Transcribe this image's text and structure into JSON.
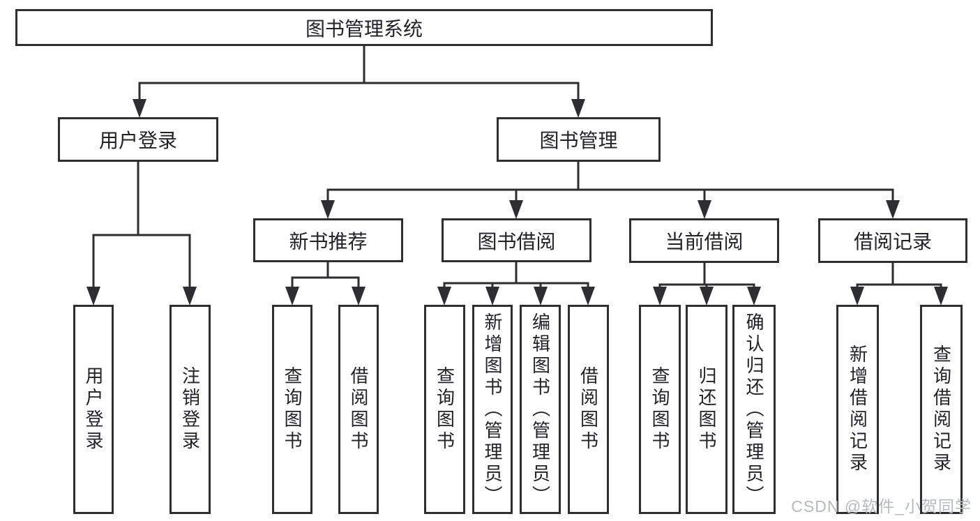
{
  "diagram": {
    "title": "图书管理系统",
    "nodes": {
      "root": {
        "label": "图书管理系统"
      },
      "user_login": {
        "label": "用户登录"
      },
      "book_mgmt": {
        "label": "图书管理"
      },
      "new_books": {
        "label": "新书推荐"
      },
      "book_borrow": {
        "label": "图书借阅"
      },
      "current_borrow": {
        "label": "当前借阅"
      },
      "borrow_records": {
        "label": "借阅记录"
      },
      "leaf_user_login": {
        "label": "用户登录"
      },
      "leaf_logout": {
        "label": "注销登录"
      },
      "leaf_nb_query_books": {
        "label": "查询图书"
      },
      "leaf_nb_borrow_books": {
        "label": "借阅图书"
      },
      "leaf_bb_query_books": {
        "label": "查询图书"
      },
      "leaf_bb_add_books": {
        "label": "新增图书（管理员）"
      },
      "leaf_bb_edit_books": {
        "label": "编辑图书（管理员）"
      },
      "leaf_bb_borrow_books": {
        "label": "借阅图书"
      },
      "leaf_cb_query_books": {
        "label": "查询图书"
      },
      "leaf_cb_return_books": {
        "label": "归还图书"
      },
      "leaf_cb_confirm_return": {
        "label": "确认归还（管理员）"
      },
      "leaf_br_add_record": {
        "label": "新增借阅记录"
      },
      "leaf_br_query_record": {
        "label": "查询借阅记录"
      }
    },
    "hierarchy": {
      "root": [
        "user_login",
        "book_mgmt"
      ],
      "user_login": [
        "leaf_user_login",
        "leaf_logout"
      ],
      "book_mgmt": [
        "new_books",
        "book_borrow",
        "current_borrow",
        "borrow_records"
      ],
      "new_books": [
        "leaf_nb_query_books",
        "leaf_nb_borrow_books"
      ],
      "book_borrow": [
        "leaf_bb_query_books",
        "leaf_bb_add_books",
        "leaf_bb_edit_books",
        "leaf_bb_borrow_books"
      ],
      "current_borrow": [
        "leaf_cb_query_books",
        "leaf_cb_return_books",
        "leaf_cb_confirm_return"
      ],
      "borrow_records": [
        "leaf_br_add_record",
        "leaf_br_query_record"
      ]
    },
    "colors": {
      "line": "#2e2e31",
      "text": "#222228",
      "watermark": "#b6b9be",
      "background": "#ffffff"
    },
    "watermark": "CSDN @软件_小贺同学"
  }
}
